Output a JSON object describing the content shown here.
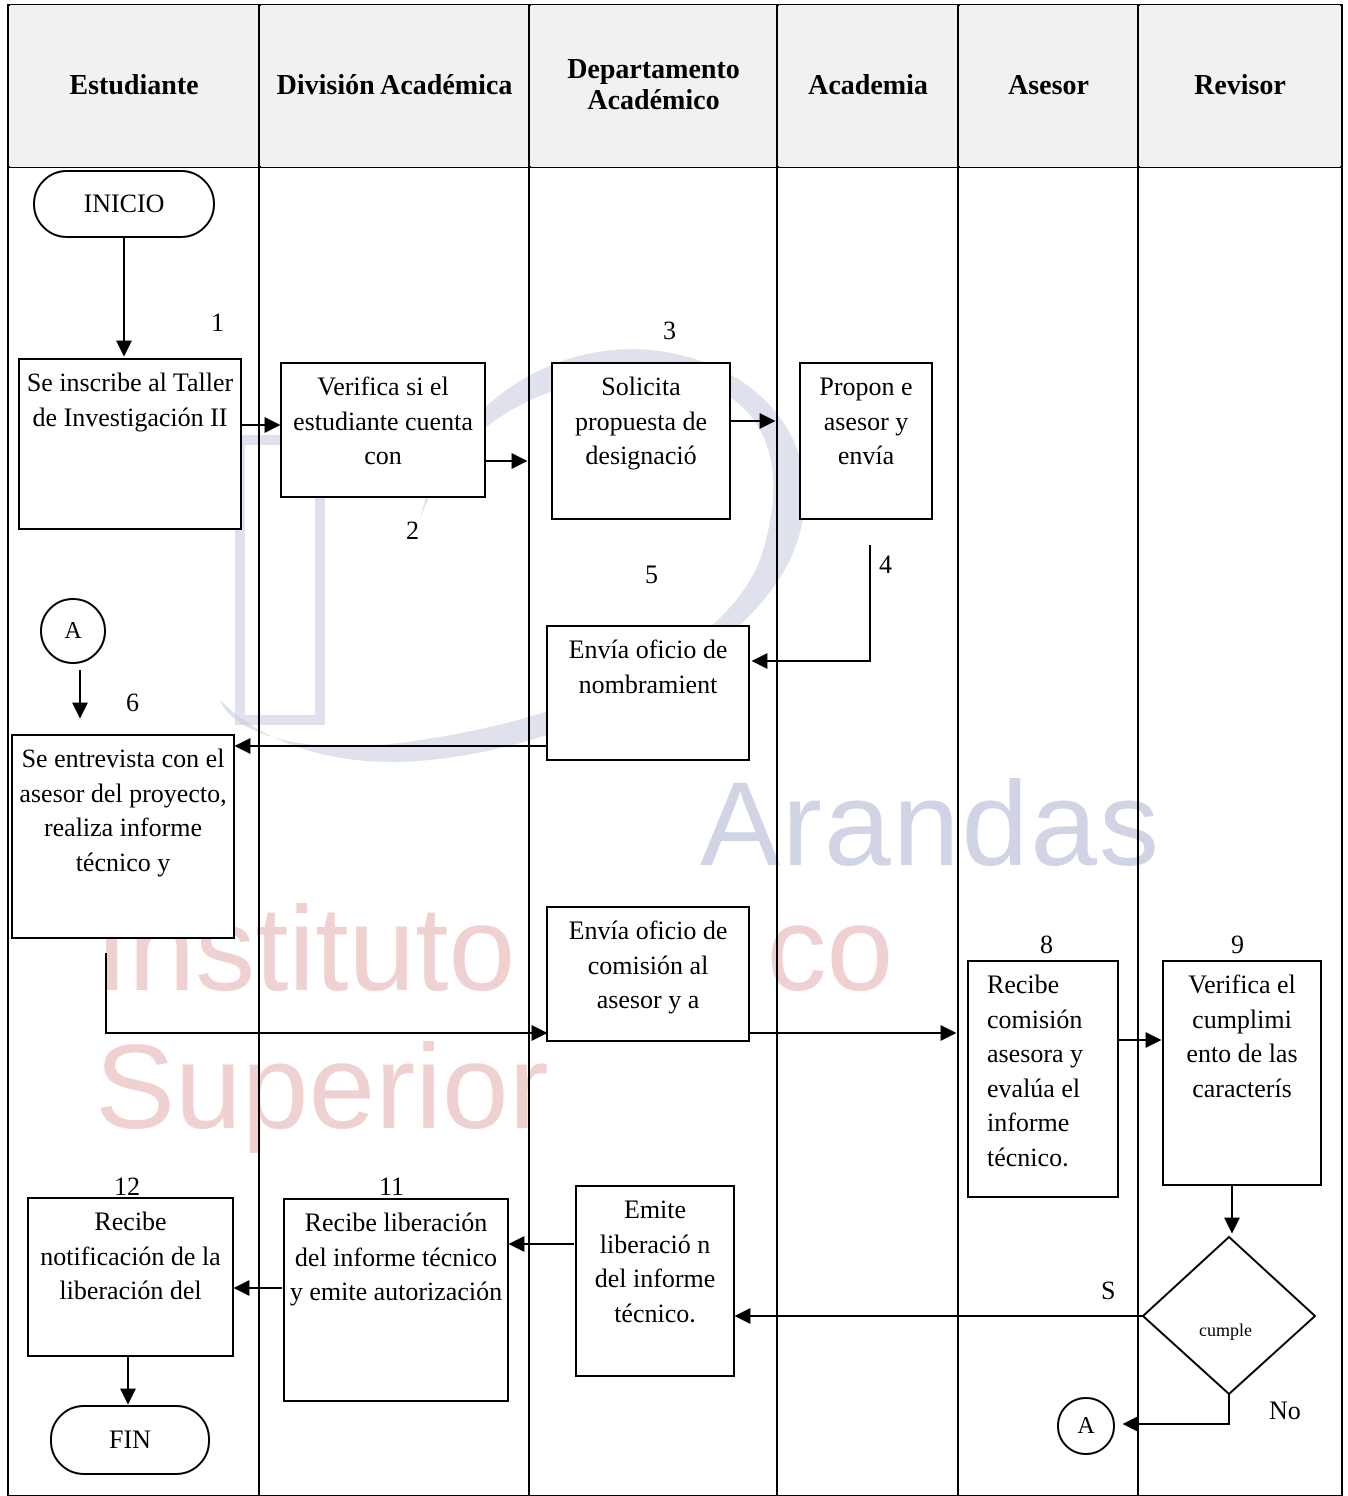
{
  "lanes": [
    "Estudiante",
    "División Académica",
    "Departamento Académico",
    "Academia",
    "Asesor",
    "Revisor"
  ],
  "terminals": {
    "start": "INICIO",
    "end": "FIN"
  },
  "connector_label": "A",
  "steps": {
    "s1": {
      "number": "1",
      "text": "Se inscribe al Taller de Investigación II"
    },
    "s2": {
      "number": "2",
      "text": "Verifica si el estudiante cuenta con"
    },
    "s3": {
      "number": "3",
      "text": "Solicita propuesta de designació"
    },
    "s4": {
      "number": "4",
      "text": "Propon e asesor y envía"
    },
    "s5": {
      "number": "5",
      "text": "Envía oficio de nombramient"
    },
    "s6": {
      "number": "6",
      "text": "Se entrevista con el asesor del proyecto, realiza informe técnico y"
    },
    "s7": {
      "text": "Envía oficio de comisión al asesor y a"
    },
    "s8": {
      "number": "8",
      "text": "Recibe comisión asesora y evalúa el informe técnico."
    },
    "s9": {
      "number": "9",
      "text": "Verifica el cumplimi ento de las caracterís"
    },
    "s10": {
      "text": "Emite liberació n del informe técnico."
    },
    "s11": {
      "number": "11",
      "text": "Recibe liberación del informe técnico y emite autorización"
    },
    "s12": {
      "number": "12",
      "text": "Recibe notificación de la liberación del"
    }
  },
  "decision": {
    "text": "cumple",
    "yes_label": "S",
    "no_label": "No"
  },
  "watermark": {
    "line1": "Arandas",
    "line2": "Instituto Tecnológico Superior"
  }
}
